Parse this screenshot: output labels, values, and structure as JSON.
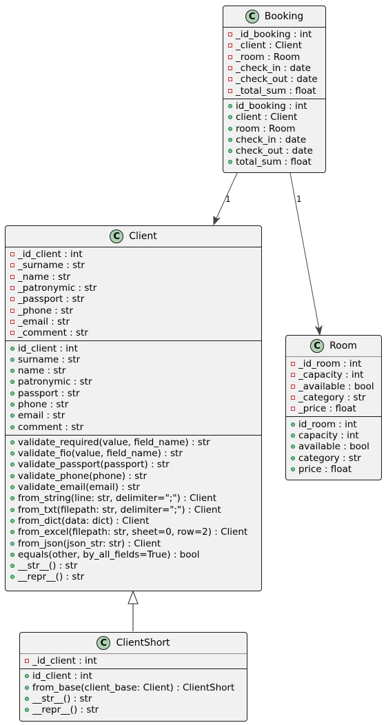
{
  "classes": {
    "booking": {
      "name": "Booking",
      "stereotype": "C",
      "fields": [
        "_id_booking : int",
        "_client : Client",
        "_room : Room",
        "_check_in : date",
        "_check_out : date",
        "_total_sum : float"
      ],
      "properties": [
        "id_booking : int",
        "client : Client",
        "room : Room",
        "check_in : date",
        "check_out : date",
        "total_sum : float"
      ]
    },
    "client": {
      "name": "Client",
      "stereotype": "C",
      "fields": [
        "_id_client : int",
        "_surname : str",
        "_name : str",
        "_patronymic : str",
        "_passport : str",
        "_phone : str",
        "_email : str",
        "_comment : str"
      ],
      "properties": [
        "id_client : int",
        "surname : str",
        "name : str",
        "patronymic : str",
        "passport : str",
        "phone : str",
        "email : str",
        "comment : str"
      ],
      "methods": [
        "validate_required(value, field_name) : str",
        "validate_fio(value, field_name) : str",
        "validate_passport(passport) : str",
        "validate_phone(phone) : str",
        "validate_email(email) : str",
        "from_string(line: str, delimiter=\";\") : Client",
        "from_txt(filepath: str, delimiter=\";\") : Client",
        "from_dict(data: dict) : Client",
        "from_excel(filepath: str, sheet=0, row=2) : Client",
        "from_json(json_str: str) : Client",
        "equals(other, by_all_fields=True) : bool",
        "__str__() : str",
        "__repr__() : str"
      ]
    },
    "room": {
      "name": "Room",
      "stereotype": "C",
      "fields": [
        "_id_room : int",
        "_capacity : int",
        "_available : bool",
        "_category : str",
        "_price : float"
      ],
      "properties": [
        "id_room : int",
        "capacity : int",
        "available : bool",
        "category : str",
        "price : float"
      ]
    },
    "client_short": {
      "name": "ClientShort",
      "stereotype": "C",
      "fields": [
        "_id_client : int"
      ],
      "methods": [
        "id_client : int",
        "from_base(client_base: Client) : ClientShort",
        "__str__() : str",
        "__repr__() : str"
      ]
    }
  },
  "relations": {
    "booking_client_multiplicity": "1",
    "booking_room_multiplicity": "1"
  },
  "colors": {
    "box_fill": "#f1f1f1",
    "border": "#181818",
    "class_circle": "#add1b2",
    "private_marker": "#c82930",
    "public_marker_fill": "#84be84",
    "public_marker_border": "#038048",
    "edge": "#444444"
  }
}
